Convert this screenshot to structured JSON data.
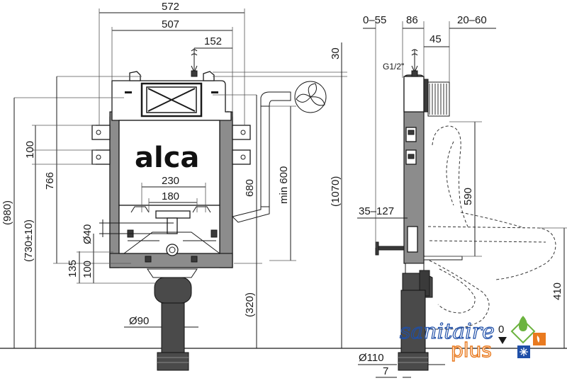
{
  "front_view": {
    "dims": {
      "width_total": "572",
      "width_inner": "507",
      "offset_right": "152",
      "top_30": "30",
      "left_100": "100",
      "left_766": "766",
      "left_980": "(980)",
      "left_730": "(730±10)",
      "left_135": "135",
      "left_100b": "100",
      "d40": "Ø40",
      "d230": "230",
      "d180": "180",
      "d90": "Ø90",
      "right_680": "680",
      "right_min600": "min 600",
      "right_320": "(320)",
      "right_1070": "(1070)"
    },
    "brand": "alca"
  },
  "side_view": {
    "dims": {
      "top_0_55": "0–55",
      "top_86": "86",
      "top_20_60": "20–60",
      "top_45": "45",
      "g12": "G1/2\"",
      "d590": "590",
      "d35_127": "35–127",
      "d410": "410",
      "d110": "Ø110",
      "d7": "7",
      "zero": "0"
    }
  },
  "watermark": {
    "line1": "sanitaire",
    "line2": "plus"
  },
  "colors": {
    "frame_gray": "#8c8c8c",
    "watermark_blue": "#1f4fa8",
    "watermark_orange": "#e97a1f",
    "watermark_green": "#6cb33f"
  }
}
